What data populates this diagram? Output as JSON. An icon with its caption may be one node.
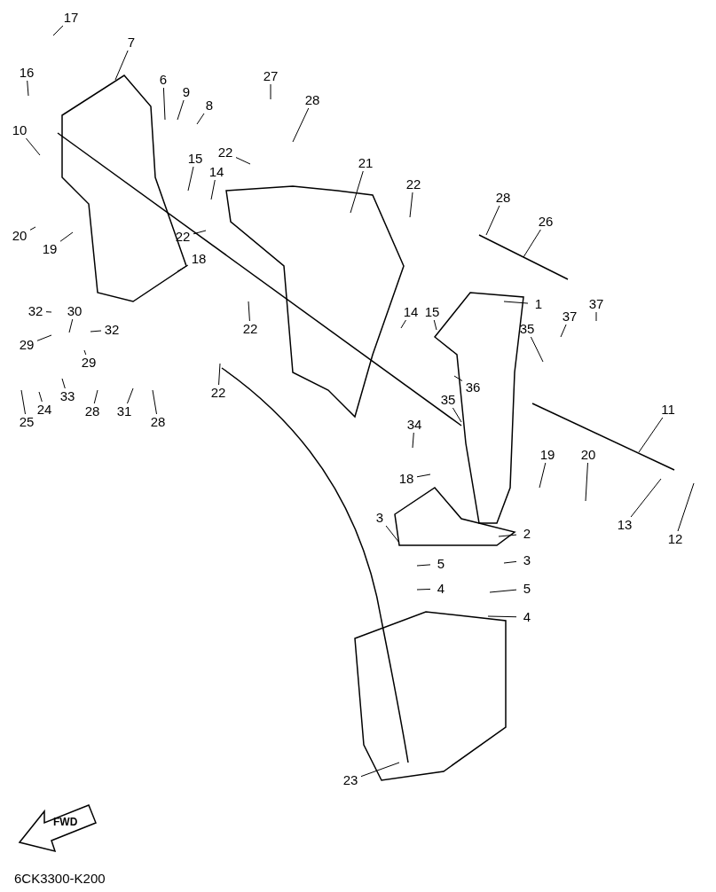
{
  "diagram": {
    "nodes": [
      {
        "text": [
          "17"
        ]
      },
      {
        "text": [
          "7"
        ]
      },
      {
        "text": [
          "16"
        ]
      },
      {
        "text": [
          "27"
        ]
      },
      {
        "text": [
          "6"
        ]
      },
      {
        "text": [
          "9"
        ]
      },
      {
        "text": [
          "28"
        ]
      },
      {
        "text": [
          "8"
        ]
      },
      {
        "text": [
          "10"
        ]
      },
      {
        "text": [
          "22"
        ]
      },
      {
        "text": [
          "15"
        ]
      },
      {
        "text": [
          "21"
        ]
      },
      {
        "text": [
          "14"
        ]
      },
      {
        "text": [
          "22"
        ]
      },
      {
        "text": [
          "28"
        ]
      },
      {
        "text": [
          "26"
        ]
      },
      {
        "text": [
          "20"
        ]
      },
      {
        "text": [
          "19"
        ]
      },
      {
        "text": [
          "22"
        ]
      },
      {
        "text": [
          "18"
        ]
      },
      {
        "text": [
          "1"
        ]
      },
      {
        "text": [
          "37"
        ]
      },
      {
        "text": [
          "14"
        ]
      },
      {
        "text": [
          "15"
        ]
      },
      {
        "text": [
          "32"
        ]
      },
      {
        "text": [
          "30"
        ]
      },
      {
        "text": [
          "37"
        ]
      },
      {
        "text": [
          "32"
        ]
      },
      {
        "text": [
          "22"
        ]
      },
      {
        "text": [
          "35"
        ]
      },
      {
        "text": [
          "29"
        ]
      },
      {
        "text": [
          "29"
        ]
      },
      {
        "text": [
          "22"
        ]
      },
      {
        "text": [
          "36"
        ]
      },
      {
        "text": [
          "35"
        ]
      },
      {
        "text": [
          "33"
        ]
      },
      {
        "text": [
          "24"
        ]
      },
      {
        "text": [
          "28"
        ]
      },
      {
        "text": [
          "31"
        ]
      },
      {
        "text": [
          "28"
        ]
      },
      {
        "text": [
          "25"
        ]
      },
      {
        "text": [
          "11"
        ]
      },
      {
        "text": [
          "34"
        ]
      },
      {
        "text": [
          "18"
        ]
      },
      {
        "text": [
          "19"
        ]
      },
      {
        "text": [
          "20"
        ]
      },
      {
        "text": [
          "3"
        ]
      },
      {
        "text": [
          "2"
        ]
      },
      {
        "text": [
          "3"
        ]
      },
      {
        "text": [
          "13"
        ]
      },
      {
        "text": [
          "12"
        ]
      },
      {
        "text": [
          "5"
        ]
      },
      {
        "text": [
          "4"
        ]
      },
      {
        "text": [
          "5"
        ]
      },
      {
        "text": [
          "4"
        ]
      },
      {
        "text": [
          "23"
        ]
      }
    ],
    "edges": [
      {
        "from": 0,
        "to": null,
        "arrow": "none"
      },
      {
        "from": 1,
        "to": null,
        "arrow": "none"
      },
      {
        "from": 2,
        "to": null,
        "arrow": "none"
      },
      {
        "from": 3,
        "to": null,
        "arrow": "none"
      },
      {
        "from": 4,
        "to": null,
        "arrow": "none"
      },
      {
        "from": 5,
        "to": null,
        "arrow": "none"
      },
      {
        "from": 6,
        "to": null,
        "arrow": "none"
      },
      {
        "from": 7,
        "to": null,
        "arrow": "none"
      },
      {
        "from": 8,
        "to": null,
        "arrow": "none"
      },
      {
        "from": 9,
        "to": null,
        "arrow": "none"
      },
      {
        "from": 10,
        "to": null,
        "arrow": "none"
      },
      {
        "from": 11,
        "to": null,
        "arrow": "none"
      },
      {
        "from": 12,
        "to": null,
        "arrow": "none"
      },
      {
        "from": 13,
        "to": null,
        "arrow": "none"
      },
      {
        "from": 14,
        "to": null,
        "arrow": "none"
      },
      {
        "from": 15,
        "to": null,
        "arrow": "none"
      },
      {
        "from": 16,
        "to": null,
        "arrow": "none"
      },
      {
        "from": 17,
        "to": null,
        "arrow": "none"
      },
      {
        "from": 18,
        "to": null,
        "arrow": "none"
      },
      {
        "from": 19,
        "to": null,
        "arrow": "none"
      },
      {
        "from": 20,
        "to": null,
        "arrow": "none"
      },
      {
        "from": 21,
        "to": null,
        "arrow": "none"
      },
      {
        "from": 22,
        "to": null,
        "arrow": "none"
      },
      {
        "from": 23,
        "to": null,
        "arrow": "none"
      },
      {
        "from": 24,
        "to": null,
        "arrow": "none"
      },
      {
        "from": 25,
        "to": null,
        "arrow": "none"
      },
      {
        "from": 26,
        "to": null,
        "arrow": "none"
      },
      {
        "from": 27,
        "to": null,
        "arrow": "none"
      },
      {
        "from": 28,
        "to": null,
        "arrow": "none"
      },
      {
        "from": 29,
        "to": null,
        "arrow": "none"
      },
      {
        "from": 30,
        "to": null,
        "arrow": "none"
      },
      {
        "from": 31,
        "to": null,
        "arrow": "none"
      },
      {
        "from": 32,
        "to": null,
        "arrow": "none"
      },
      {
        "from": 33,
        "to": null,
        "arrow": "none"
      },
      {
        "from": 34,
        "to": null,
        "arrow": "none"
      },
      {
        "from": 35,
        "to": null,
        "arrow": "none"
      },
      {
        "from": 36,
        "to": null,
        "arrow": "none"
      },
      {
        "from": 37,
        "to": null,
        "arrow": "none"
      },
      {
        "from": 38,
        "to": null,
        "arrow": "none"
      },
      {
        "from": 39,
        "to": null,
        "arrow": "none"
      },
      {
        "from": 40,
        "to": null,
        "arrow": "none"
      },
      {
        "from": 41,
        "to": null,
        "arrow": "none"
      },
      {
        "from": 42,
        "to": null,
        "arrow": "none"
      },
      {
        "from": 43,
        "to": null,
        "arrow": "none"
      },
      {
        "from": 44,
        "to": null,
        "arrow": "none"
      },
      {
        "from": 45,
        "to": null,
        "arrow": "none"
      },
      {
        "from": 46,
        "to": null,
        "arrow": "none"
      },
      {
        "from": 47,
        "to": null,
        "arrow": "none"
      },
      {
        "from": 48,
        "to": null,
        "arrow": "none"
      },
      {
        "from": 49,
        "to": null,
        "arrow": "none"
      },
      {
        "from": 50,
        "to": null,
        "arrow": "none"
      },
      {
        "from": 51,
        "to": null,
        "arrow": "none"
      },
      {
        "from": 52,
        "to": null,
        "arrow": "none"
      },
      {
        "from": 53,
        "to": null,
        "arrow": "none"
      },
      {
        "from": 54,
        "to": null,
        "arrow": "none"
      },
      {
        "from": 55,
        "to": null,
        "arrow": "none"
      }
    ],
    "labels": [
      "FWD",
      "6CK3300-K200"
    ]
  }
}
